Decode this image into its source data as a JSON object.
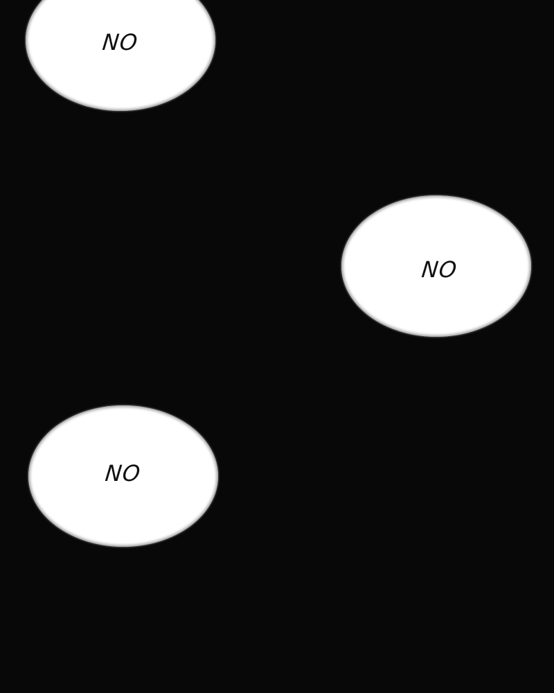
{
  "panel": {
    "background_color": "#080808",
    "bubbles": [
      {
        "text": "NO"
      },
      {
        "text": "NO"
      },
      {
        "text": "NO"
      }
    ]
  }
}
